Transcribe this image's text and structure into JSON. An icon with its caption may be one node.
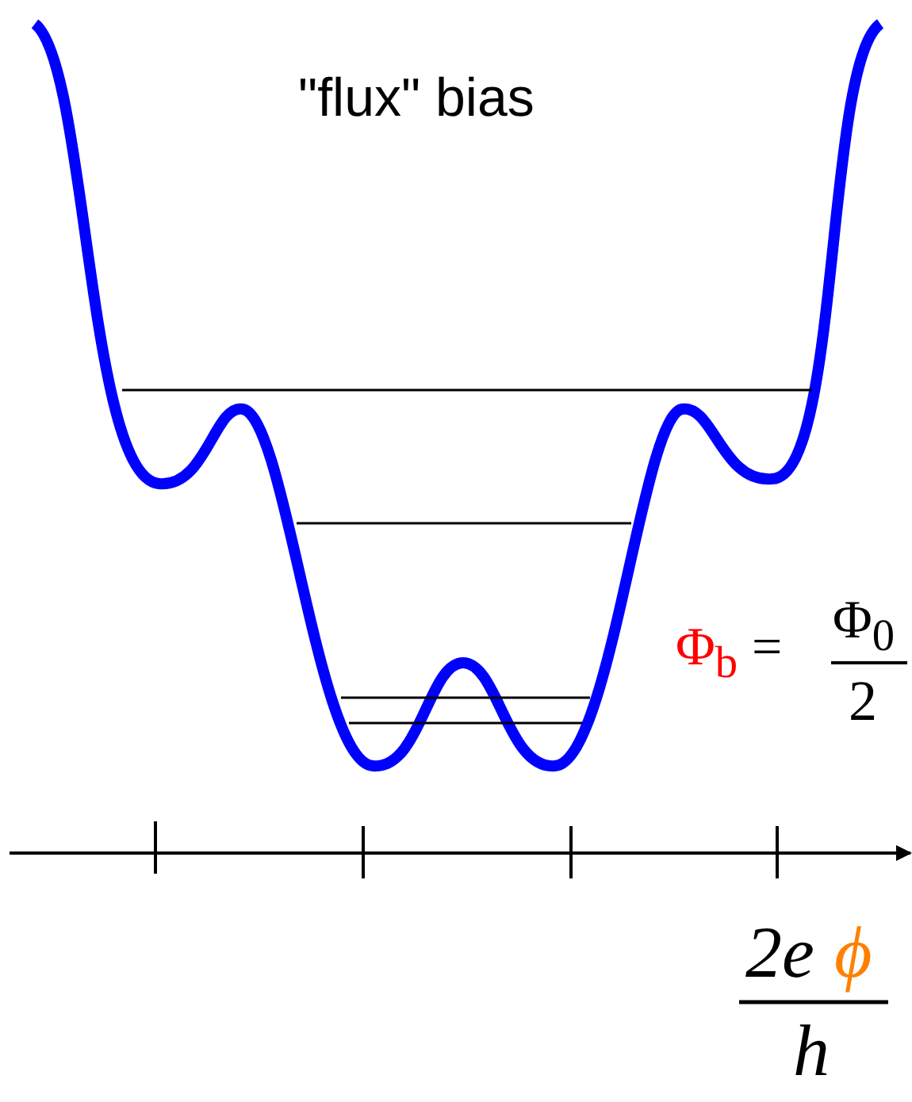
{
  "diagram": {
    "title": "\"flux\" bias",
    "labels": [
      "Φ$_{b}$",
      "=",
      "Φ$_{0}$",
      "2",
      "2e",
      "ϕ",
      "h"
    ]
  }
}
